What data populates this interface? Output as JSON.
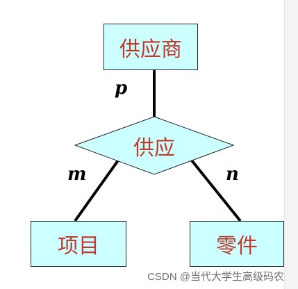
{
  "diagram": {
    "entities": {
      "supplier": "供应商",
      "project": "项目",
      "part": "零件"
    },
    "relationship": "供应",
    "cardinalities": {
      "supplier": "p",
      "project": "m",
      "part": "n"
    },
    "colors": {
      "fill": "#ccffff",
      "text": "#c0392b",
      "line": "#000000"
    }
  },
  "watermark": "CSDN @当代大学生高级码农"
}
